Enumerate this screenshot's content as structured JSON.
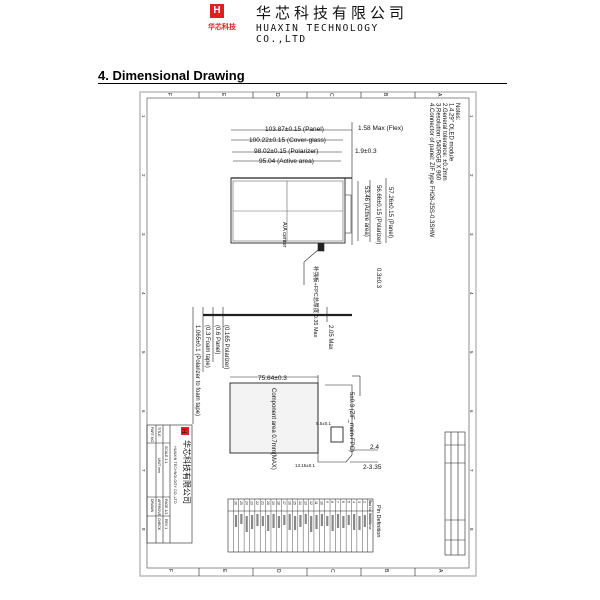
{
  "header": {
    "logo_mark": "H",
    "logo_sub": "华芯科技",
    "company_cn": "华芯科技有限公司",
    "company_en": "HUAXIN TECHNOLOGY CO.,LTD"
  },
  "section_title": "4.  Dimensional Drawing",
  "drawing": {
    "column_labels": [
      "F",
      "E",
      "D",
      "C",
      "B",
      "A"
    ],
    "row_labels": [
      "1",
      "2",
      "3",
      "4",
      "5",
      "6",
      "7",
      "8"
    ],
    "notes": [
      "Notes:",
      "1.4.29\" OLED module",
      "2.General tolerance: ±0.2mm",
      "3.Resolution: 540RGB X 960",
      "4.Connector of panel: ZIF type FH26-25S-0.3SHW"
    ],
    "front_view": {
      "panel_width": "103.87±0.15 (Panel)",
      "cover_glass": "100.22±0.15 (Cover-glass)",
      "polarizer_width": "98.02±0.15 (Polarizer)",
      "active_width": "95.04 (Active area)",
      "flex": "1.58 Max (Flex)",
      "flex_offset": "1.9±0.3",
      "panel_height": "57.26±0.15 (Panel)",
      "polarizer_height": "56.66±0.15 (Polarizer)",
      "active_height": "53.46 (Active area)",
      "aa_center": "A/A center",
      "connector_offset": "0.3±0.3"
    },
    "side_view": {
      "stiffener_note": "补强板+FPC总厚度 0.35 Max",
      "max_thickness": "2.05 Max",
      "polarizer": "(0.165 Polarizer)",
      "panel": "(0.6 Panel)",
      "foam": "(0.3 Foam tape)",
      "total": "1.065±0.1 (Polarizer to foam tape)"
    },
    "back_view": {
      "width": "75.64±0.3",
      "component_area": "Component area 0.7mm(MAX)",
      "fpc": "5±0.3 (ZIF_main-FPC)",
      "ic_size": "5.5±0.1",
      "fpc_width": "13.15±0.1",
      "dim_a": "2.4",
      "dim_b": "2-3.35"
    },
    "pin_table": {
      "title": "Pin Definition",
      "headers": [
        "Pad No.",
        "Pad Name"
      ],
      "pins": [
        "1",
        "2",
        "3",
        "4",
        "5",
        "6",
        "7",
        "8",
        "9",
        "10",
        "11",
        "12",
        "13",
        "14",
        "15",
        "16",
        "17",
        "18",
        "19",
        "20",
        "21",
        "22",
        "23",
        "24",
        "25",
        "26"
      ]
    },
    "title_block": {
      "logo_mark": "H",
      "company_cn": "华芯科技有限公司",
      "company_en": "HUAXIN TECHNOLOGY CO.,LTD",
      "title_label": "TITLE",
      "part_no_label": "PART NO.",
      "approve_label": "APPROVE",
      "check_label": "CHECK",
      "drawn_label": "DRAWN",
      "scale": "SCALE 1:1",
      "unit": "UNIT mm",
      "page": "PAGE 1/1",
      "rev": "REV 1"
    }
  }
}
